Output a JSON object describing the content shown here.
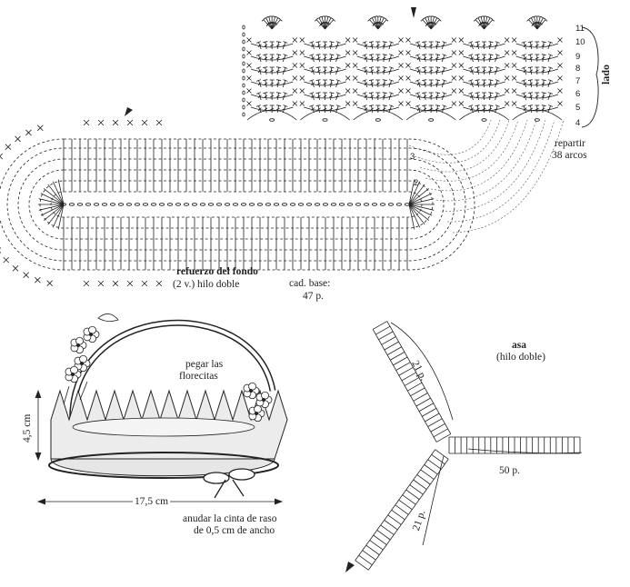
{
  "side_rows": [
    "11",
    "10",
    "9",
    "8",
    "7",
    "6",
    "5",
    "4"
  ],
  "base_round_numbers": [
    "3",
    "2"
  ],
  "labels": {
    "side": "lado",
    "distribute": "repartir",
    "arches": "38 arcos",
    "base_reinforcement": "refuerzo del fondo",
    "base_reinforcement_note": "(2 v.) hilo doble",
    "base_chain": "cad. base:",
    "base_chain_count": "47 p.",
    "glue_flowers_1": "pegar las",
    "glue_flowers_2": "florecitas",
    "height": "4,5 cm",
    "width": "17,5 cm",
    "ribbon_1": "anudar la cinta de raso",
    "ribbon_2": "de 0,5 cm de ancho",
    "handle": "asa",
    "handle_note": "(hilo doble)",
    "handle_leg_a": "21 p.",
    "handle_leg_b": "21 p.",
    "handle_leg_c": "50 p."
  },
  "colors": {
    "ink": "#222222",
    "paper": "#ffffff",
    "basket_fill": "#e6e6e6",
    "ribbon": "#222222"
  }
}
